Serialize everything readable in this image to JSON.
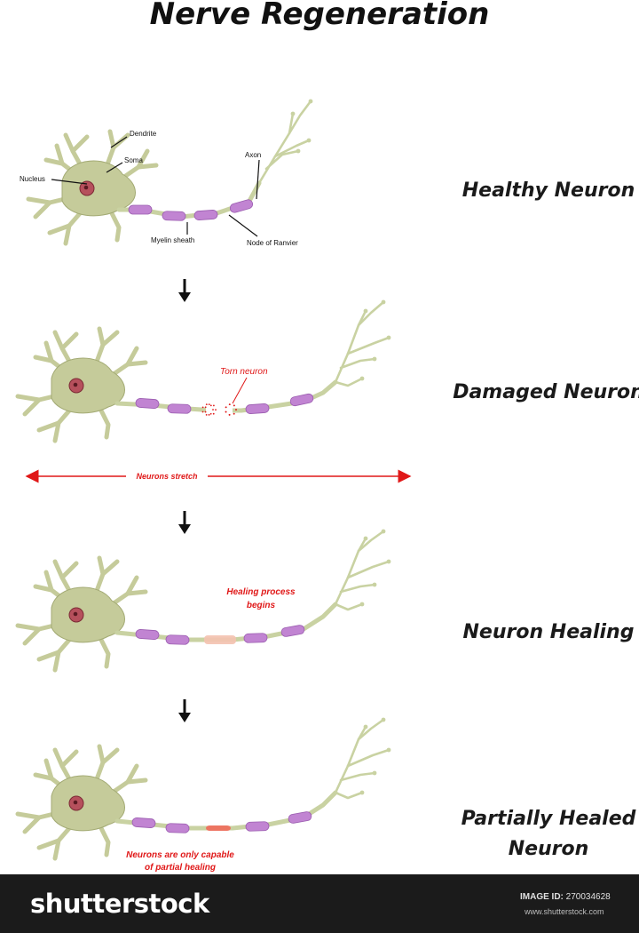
{
  "title": "Nerve Regeneration",
  "stages": [
    {
      "label": "Healthy Neuron"
    },
    {
      "label": "Damaged Neuron"
    },
    {
      "label": "Neuron Healing"
    },
    {
      "label": "Partially Healed\nNeuron"
    }
  ],
  "part_labels": {
    "dendrite": "Dendrite",
    "soma": "Soma",
    "nucleus": "Nucleus",
    "axon": "Axon",
    "myelin_sheath": "Myelin sheath",
    "node_of_ranvier": "Node of Ranvier"
  },
  "annotations": {
    "torn_neuron": "Torn neuron",
    "neurons_stretch": "Neurons stretch",
    "healing_line1": "Healing process",
    "healing_line2": "begins",
    "partial_line1": "Neurons are only capable",
    "partial_line2": "of partial healing"
  },
  "footer": {
    "brand": "shutterstock",
    "image_id_label": "IMAGE ID:",
    "image_id": "270034628",
    "site": "www.shutterstock.com"
  },
  "colors": {
    "cell_body": "#c5cb9a",
    "cell_outline": "#a3aa74",
    "axon": "#c9d2a2",
    "myelin": "#c184d2",
    "myelin_outline": "#9b5db0",
    "nucleus": "#b6505c",
    "annotation_red": "#e01818"
  }
}
